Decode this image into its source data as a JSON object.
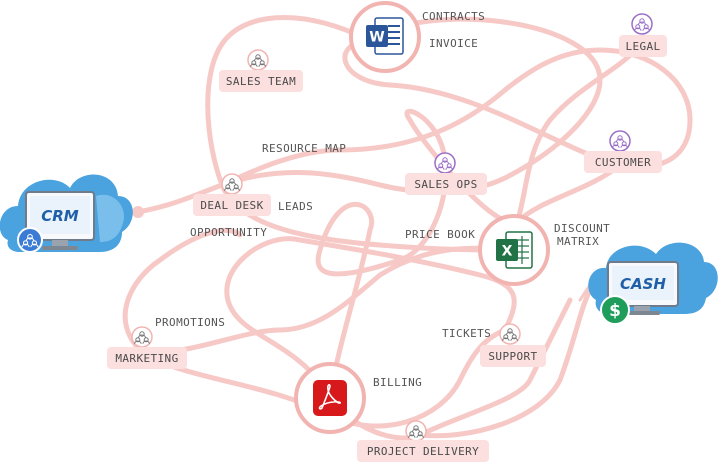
{
  "systems": {
    "crm": "CRM",
    "cash": "CASH"
  },
  "teams": [
    {
      "id": "sales-team",
      "label": "SALES TEAM"
    },
    {
      "id": "deal-desk",
      "label": "DEAL DESK"
    },
    {
      "id": "sales-ops",
      "label": "SALES OPS"
    },
    {
      "id": "legal",
      "label": "LEGAL"
    },
    {
      "id": "customer",
      "label": "CUSTOMER"
    },
    {
      "id": "marketing",
      "label": "MARKETING"
    },
    {
      "id": "support",
      "label": "SUPPORT"
    },
    {
      "id": "project-delivery",
      "label": "PROJECT DELIVERY"
    }
  ],
  "flow_labels": {
    "contracts": "CONTRACTS",
    "invoice": "INVOICE",
    "resource_map": "RESOURCE MAP",
    "leads": "LEADS",
    "opportunity": "OPPORTUNITY",
    "price_book": "PRICE BOOK",
    "discount_1": "DISCOUNT",
    "discount_2": "MATRIX",
    "promotions": "PROMOTIONS",
    "tickets": "TICKETS",
    "billing": "BILLING"
  },
  "doc_icons": {
    "word": "W",
    "excel": "X"
  },
  "colors": {
    "path": "#f6c9c7",
    "tag_fill": "#fbe0df",
    "node_ring": "#f2b4b1",
    "team_icon_purple": "#9b6fc7",
    "word_blue": "#2b579a",
    "excel_green": "#217346",
    "pdf_red": "#d8191c",
    "cloud_blue": "#4aa3df",
    "dollar_green": "#1e9e5a"
  }
}
